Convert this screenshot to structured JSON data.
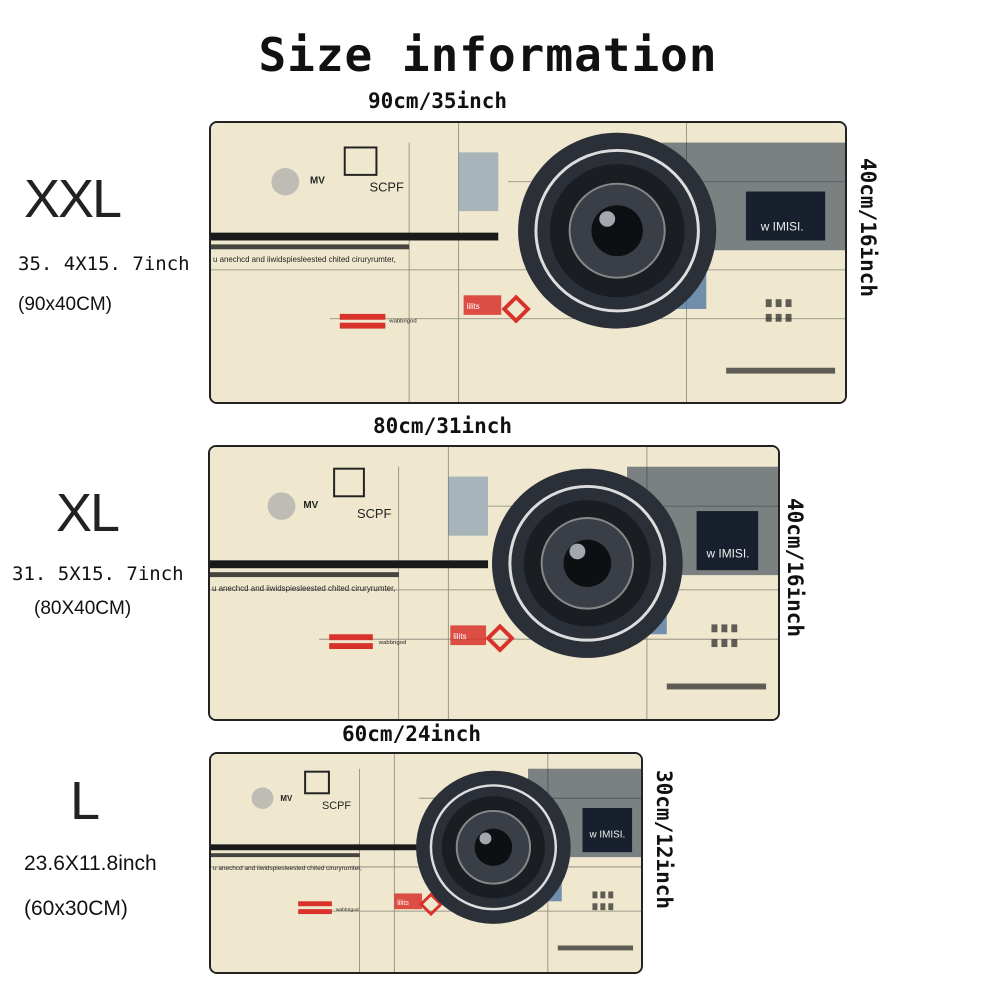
{
  "title": "Size information",
  "sizes": [
    {
      "label": "XXL",
      "inch": "35. 4X15. 7inch",
      "cm": "(90x40CM)",
      "width_label": "90cm/35inch",
      "height_label": "40cm/16inch"
    },
    {
      "label": "XL",
      "inch": "31. 5X15. 7inch",
      "cm": "(80X40CM)",
      "width_label": "80cm/31inch",
      "height_label": "40cm/16inch"
    },
    {
      "label": "L",
      "inch": "23.6X11.8inch",
      "cm": "(60x30CM)",
      "width_label": "60cm/24inch",
      "height_label": "30cm/12inch"
    }
  ],
  "artwork": {
    "logo_text": "SCPF",
    "badge_text": "MV",
    "side_text": "w IMISI.",
    "caption": "u anechcd and iiwidspiesleested chited ciruryrumter,",
    "small_caption": "wabbrigod",
    "tag_text": "lilits"
  },
  "colors": {
    "pad_background": "#efe8cf",
    "ink": "#111111",
    "accent_red": "#d8322b",
    "accent_blue": "#3c6a9a"
  }
}
